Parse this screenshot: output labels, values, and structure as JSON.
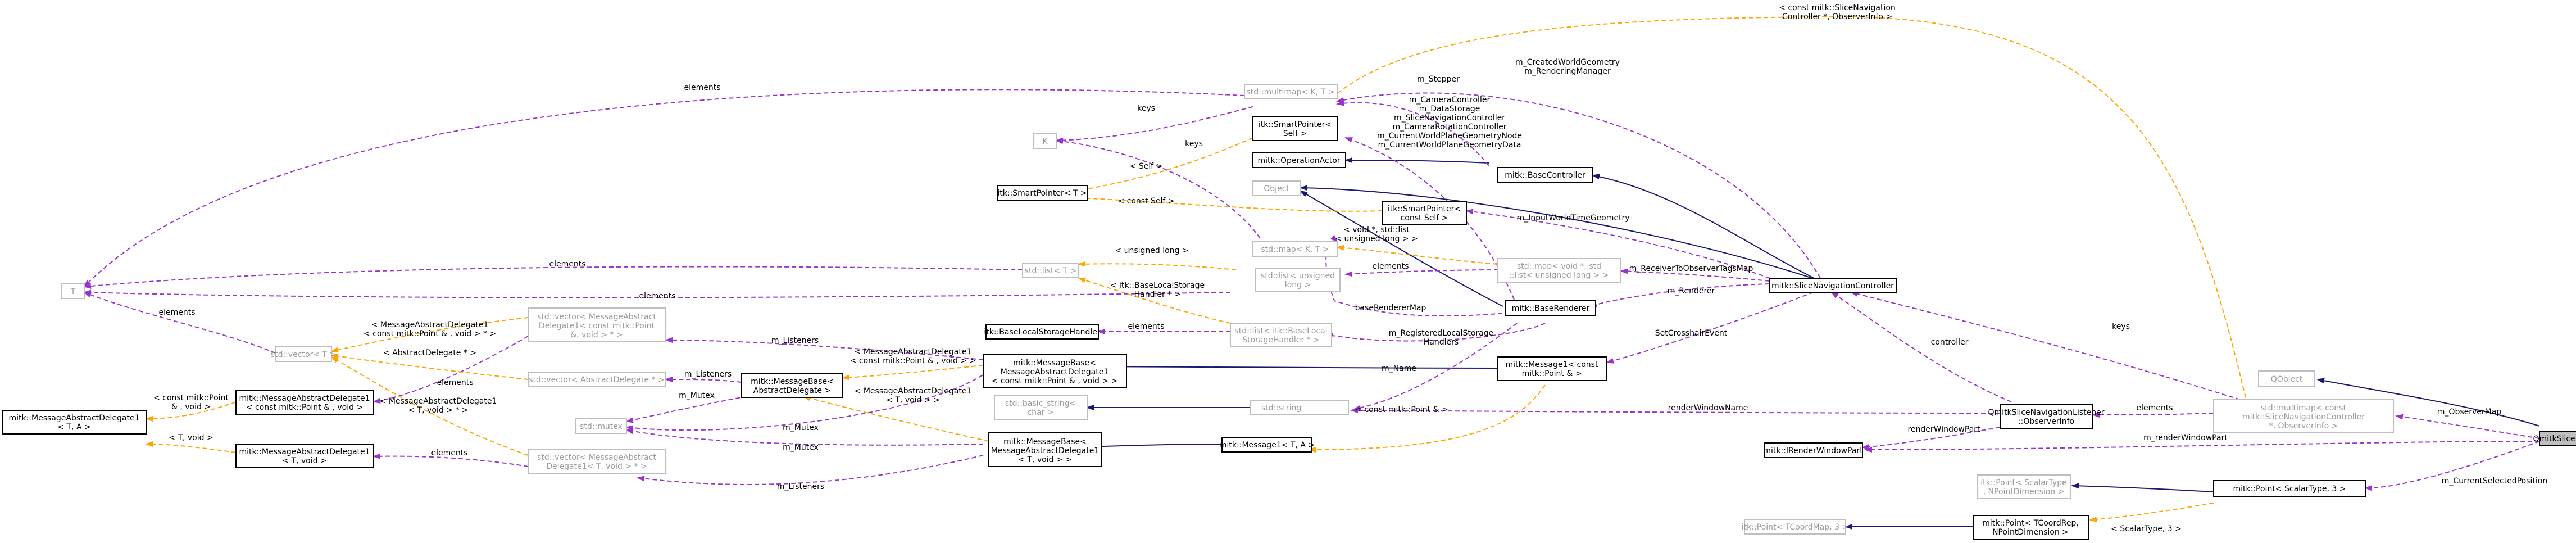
{
  "nodes": {
    "qmitk_slicenav_listener": "QmitkSliceNavigationListener",
    "qobject": "QObject",
    "multimap_observerinfo": [
      "std::multimap< const",
      "mitk::SliceNavigationController",
      " *, ObserverInfo >"
    ],
    "observerinfo": [
      "QmitkSliceNavigationListener",
      "::ObserverInfo"
    ],
    "render_window_part": "mitk::IRenderWindowPart",
    "point_scalartype": "mitk::Point< ScalarType, 3 >",
    "itk_point_scalartype": [
      "itk::Point< ScalarType",
      " , NPointDimension >"
    ],
    "point_tcoordrep": [
      "mitk::Point< TCoordRep,",
      " NPointDimension >"
    ],
    "itk_point_tcoordmap": "itk::Point< TCoordMap, 3 >",
    "slice_nav_controller": "mitk::SliceNavigationController",
    "base_controller": "mitk::BaseController",
    "base_renderer": "mitk::BaseRenderer",
    "message1_point": [
      "mitk::Message1< const",
      " mitk::Point & >"
    ],
    "message1_ta": "mitk::Message1< T, A >",
    "std_string": "std::string",
    "basic_string": [
      "std::basic_string<",
      " char >"
    ],
    "std_multimap_kt": "std::multimap< K, T >",
    "smart_pointer_self": [
      "itk::SmartPointer<",
      " Self >"
    ],
    "operation_actor": "mitk::OperationActor",
    "object": "Object",
    "smart_pointer_const_self": [
      "itk::SmartPointer<",
      " const Self >"
    ],
    "smart_pointer_t": "itk::SmartPointer< T >",
    "k": "K",
    "std_map_kt": "std::map< K, T >",
    "std_list_t": "std::list< T >",
    "std_list_ulong": [
      "std::list< unsigned",
      " long >"
    ],
    "map_void_list": [
      "std::map< void *, std",
      "::list< unsigned long > >"
    ],
    "base_local_storage_handler": "itk::BaseLocalStorageHandler",
    "list_base_local_storage": [
      "std::list< itk::BaseLocal",
      "StorageHandler * >"
    ],
    "t": "T",
    "vector_t": "std::vector< T >",
    "message_abstract_delegate1_ta": [
      "mitk::MessageAbstractDelegate1",
      "< T, A >"
    ],
    "message_abstract_delegate1_point": [
      "mitk::MessageAbstractDelegate1",
      "< const mitk::Point & , void >"
    ],
    "message_abstract_delegate1_tvoid": [
      "mitk::MessageAbstractDelegate1",
      "< T, void >"
    ],
    "vector_mad_point": [
      "std::vector< MessageAbstract",
      "Delegate1< const mitk::Point",
      " &, void > * >"
    ],
    "vector_abstract_delegate": "std::vector< AbstractDelegate * >",
    "message_base_abstract": [
      "mitk::MessageBase<",
      " AbstractDelegate >"
    ],
    "std_mutex": "std::mutex",
    "vector_mad_tvoid": [
      "std::vector< MessageAbstract",
      "Delegate1< T, void > * >"
    ],
    "message_base_point": [
      "mitk::MessageBase<",
      " MessageAbstractDelegate1",
      "< const mitk::Point & , void > >"
    ],
    "message_base_tvoid": [
      "mitk::MessageBase<",
      " MessageAbstractDelegate1",
      "< T, void > >"
    ]
  },
  "edge_labels": {
    "m_current_selected_position": "m_CurrentSelectedPosition",
    "m_render_window_part": "m_renderWindowPart",
    "m_observer_map": "m_ObserverMap",
    "keys_observer": "keys",
    "elements_observerinfo": "elements",
    "render_window_part_oi": "renderWindowPart",
    "render_window_name": "renderWindowName",
    "controller": "controller",
    "scalartype_3": "< ScalarType, 3 >",
    "slice_nav_templ": [
      "< const mitk::SliceNavigation",
      "Controller *, ObserverInfo >"
    ],
    "created_world_geometry": [
      "m_CreatedWorldGeometry",
      "m_RenderingManager"
    ],
    "m_stepper": "m_Stepper",
    "camera_controller": [
      "m_CameraController",
      "m_DataStorage",
      "m_SliceNavigationController",
      "m_CameraRotationController",
      "m_CurrentWorldPlaneGeometryNode",
      "m_CurrentWorldPlaneGeometryData"
    ],
    "input_world_time_geometry": "m_InputWorldTimeGeometry",
    "receiver_to_observer_tag_map": "m_ReceiverToObserverTagsMap",
    "m_renderer": "m_Renderer",
    "set_crosshair_event": "SetCrosshairEvent",
    "base_renderer_map": "baseRendererMap",
    "registered_local_storage": [
      "m_RegisteredLocalStorage",
      "Handlers"
    ],
    "m_name": "m_Name",
    "const_point_ref": "< const mitk::Point & >",
    "elements_top": "elements",
    "keys_top": "keys",
    "self_templ": "< Self >",
    "keys_mid": "keys",
    "const_self_templ": "< const Self >",
    "elements_map": "elements",
    "void_list_templ": [
      "< void *, std::list",
      "< unsigned long > >"
    ],
    "unsigned_long_templ": "< unsigned long >",
    "elements_list_t": "elements",
    "base_local_storage_templ": [
      "< itk::BaseLocalStorage",
      "Handler * >"
    ],
    "elements_bls": "elements",
    "elements_vector_t": "elements",
    "elements_long": "elements",
    "mad_point_templ": [
      "< MessageAbstractDelegate1",
      "< const mitk::Point & , void > * >"
    ],
    "abstract_delegate_templ": "< AbstractDelegate * >",
    "elements_mad_point": "elements",
    "m_listeners_top": "m_Listeners",
    "m_listeners_ab": "m_Listeners",
    "m_mutex_ab": "m_Mutex",
    "mad_templ_base": [
      "< MessageAbstractDelegate1",
      "< const mitk::Point & , void > >"
    ],
    "mad_templ_tvoid": [
      "< MessageAbstractDelegate1",
      "< T, void > >"
    ],
    "m_mutex_1": "m_Mutex",
    "m_mutex_2": "m_Mutex",
    "m_listeners_bottom": "m_Listeners",
    "mad_tvoid_templ": [
      "< MessageAbstractDelegate1",
      "< T, void > * >"
    ],
    "elements_tvoid": "elements",
    "const_point_void": [
      "< const mitk::Point",
      " & , void >"
    ],
    "t_void": "< T, void >"
  },
  "legend_colors": {
    "inheritance": "#191970",
    "usage": "#9a32cd",
    "template": "#ffa500",
    "focus_fill": "#bfbfbf"
  }
}
